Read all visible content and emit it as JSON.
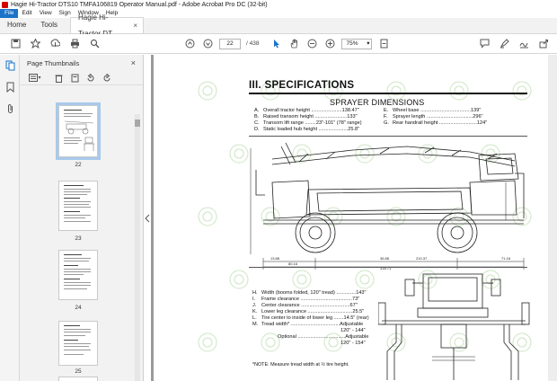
{
  "window": {
    "title": "Hagie Hi-Tractor DTS10 TMFA106819 Operator Manual.pdf - Adobe Acrobat Pro DC (32-bit)",
    "app_icon": "acrobat-icon"
  },
  "menu": {
    "items": [
      "File",
      "Edit",
      "View",
      "Sign",
      "Window",
      "Help"
    ],
    "active": "File"
  },
  "tabs": {
    "home": "Home",
    "tools": "Tools",
    "document": "Hagie Hi-Tractor DT...",
    "close_glyph": "×"
  },
  "toolbar": {
    "page_current": "22",
    "page_total": "/ 438",
    "zoom": "75%",
    "zoom_caret": "▾",
    "icons": [
      "save-icon",
      "bookmark-star-icon",
      "upload-icon",
      "print-icon",
      "search-icon",
      "page-up-icon",
      "page-down-icon",
      "select-arrow-icon",
      "hand-icon",
      "zoom-out-icon",
      "zoom-in-icon",
      "fit-page-icon",
      "comment-icon",
      "highlight-icon",
      "sign-icon",
      "share-icon"
    ]
  },
  "leftrail": {
    "icons": [
      "page-thumbnails-icon",
      "bookmark-icon",
      "attachment-icon"
    ]
  },
  "thumbnails": {
    "title": "Page Thumbnails",
    "close": "×",
    "options_glyph": "▾",
    "pages": [
      "22",
      "23",
      "24",
      "25"
    ],
    "selected": "22"
  },
  "page": {
    "heading": "III.  SPECIFICATIONS",
    "sprayer_title": "SPRAYER DIMENSIONS",
    "dims_left": [
      {
        "k": "A.",
        "v": "Overall tractor height ......................138.47\""
      },
      {
        "k": "B.",
        "v": "Raised transom height .......................133\""
      },
      {
        "k": "C.",
        "v": "Transom lift range ........23\"-101\" (78\" range)"
      },
      {
        "k": "D.",
        "v": "Static loaded hub height .....................25.8\""
      }
    ],
    "dims_right": [
      {
        "k": "E.",
        "v": "Wheel base ....................................139\""
      },
      {
        "k": "F.",
        "v": "Sprayer length .................................296\""
      },
      {
        "k": "G.",
        "v": "Rear handrail height ...........................124\""
      }
    ],
    "dims_lower": [
      {
        "k": "H.",
        "v": "Width (booms folded, 120\" tread) ..............143\""
      },
      {
        "k": "I.",
        "v": "Frame clearance .....................................73\""
      },
      {
        "k": "J.",
        "v": "Center clearance ...................................67\""
      },
      {
        "k": "K.",
        "v": "Lower leg clearance ................................25.5\""
      },
      {
        "k": "L.",
        "v": "Tire center to inside of lower leg .......14.5\" (rear)"
      },
      {
        "k": "M.",
        "v": "Tread width* ...................................Adjustable"
      },
      {
        "k": "",
        "v": "                                                        120\" - 144\""
      },
      {
        "k": "",
        "v": "            Optional ..................................Adjustable"
      },
      {
        "k": "",
        "v": "                                                        120\" - 154\""
      }
    ],
    "footnote": "*NOTE: Measure tread width at ½ tire height.",
    "drawing_dims": [
      "13.88",
      "80.16",
      "36.88",
      "210.37",
      "318.71",
      "71.18"
    ]
  }
}
